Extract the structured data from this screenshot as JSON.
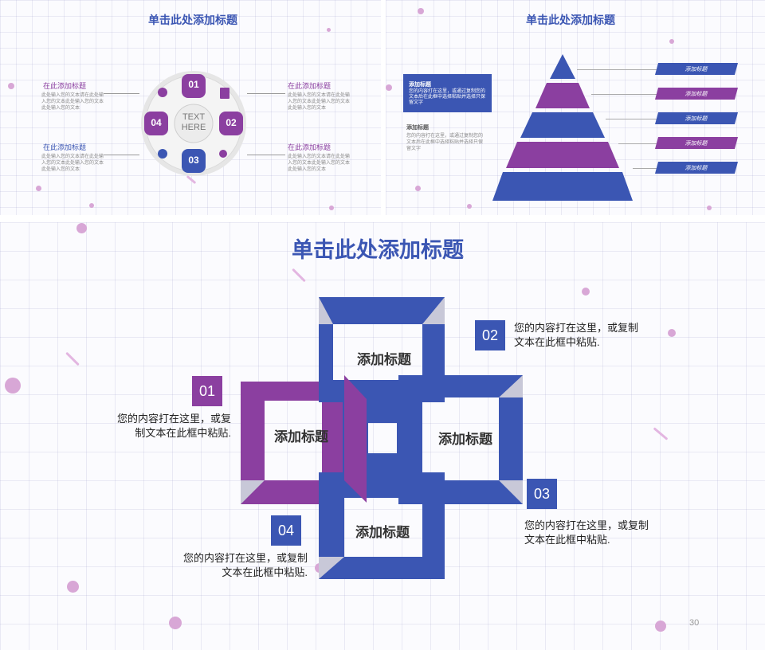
{
  "slide1": {
    "title": "单击此处添加标题",
    "center_text": "TEXT HERE",
    "segments": [
      "01",
      "02",
      "03",
      "04"
    ],
    "items": [
      {
        "heading": "在此添加标题",
        "text": "此处输入您的文本请在此处输入您的文本此处输入您的文本此处输入您的文本"
      },
      {
        "heading": "在此添加标题",
        "text": "此处输入您的文本请在此处输入您的文本此处输入您的文本此处输入您的文本"
      },
      {
        "heading": "在此添加标题",
        "text": "此处输入您的文本请在此处输入您的文本此处输入您的文本此处输入您的文本"
      },
      {
        "heading": "在此添加标题",
        "text": "此处输入您的文本请在此处输入您的文本此处输入您的文本此处输入您的文本"
      }
    ]
  },
  "slide2": {
    "title": "单击此处添加标题",
    "box": {
      "heading": "添加标题",
      "text": "您的内容打在这里，或通过复制您的文本后在此框中选择粘贴并选择只保留文字"
    },
    "note": {
      "heading": "添加标题",
      "text": "您的内容打在这里，或通过复制您的文本后在此框中选择粘贴并选择只保留文字"
    },
    "ribbons": [
      "添加标题",
      "添加标题",
      "添加标题",
      "添加标题",
      "添加标题"
    ]
  },
  "slide3": {
    "title": "单击此处添加标题",
    "box_labels": [
      "添加标题",
      "添加标题",
      "添加标题",
      "添加标题"
    ],
    "callouts": [
      {
        "num": "01",
        "text": "您的内容打在这里，或复制文本在此框中粘贴."
      },
      {
        "num": "02",
        "text": "您的内容打在这里，或复制文本在此框中粘贴."
      },
      {
        "num": "03",
        "text": "您的内容打在这里，或复制文本在此框中粘贴."
      },
      {
        "num": "04",
        "text": "您的内容打在这里，或复制文本在此框中粘贴."
      }
    ],
    "page_number": "30"
  },
  "colors": {
    "blue": "#3b56b3",
    "purple": "#8b3fa0"
  }
}
